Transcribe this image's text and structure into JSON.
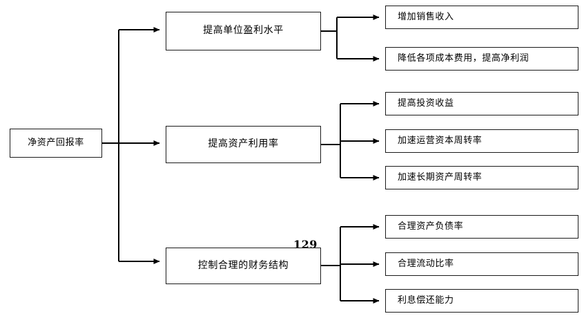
{
  "diagram": {
    "type": "tree",
    "title_text": "",
    "page_number": "129",
    "colors": {
      "background": "#ffffff",
      "box_border": "#1a1a1a",
      "connector": "#000000",
      "text": "#000000"
    },
    "root": {
      "label": "净资产回报率"
    },
    "branches": [
      {
        "label": "提高单位盈利水平",
        "children": [
          {
            "label": "增加销售收入"
          },
          {
            "label": "降低各项成本费用，提高净利润"
          }
        ]
      },
      {
        "label": "提高资产利用率",
        "children": [
          {
            "label": "提高投资收益"
          },
          {
            "label": "加速运营资本周转率"
          },
          {
            "label": "加速长期资产周转率"
          }
        ]
      },
      {
        "label": "控制合理的财务结构",
        "children": [
          {
            "label": "合理资产负债率"
          },
          {
            "label": "合理流动比率"
          },
          {
            "label": "利息偿还能力"
          }
        ]
      }
    ]
  }
}
